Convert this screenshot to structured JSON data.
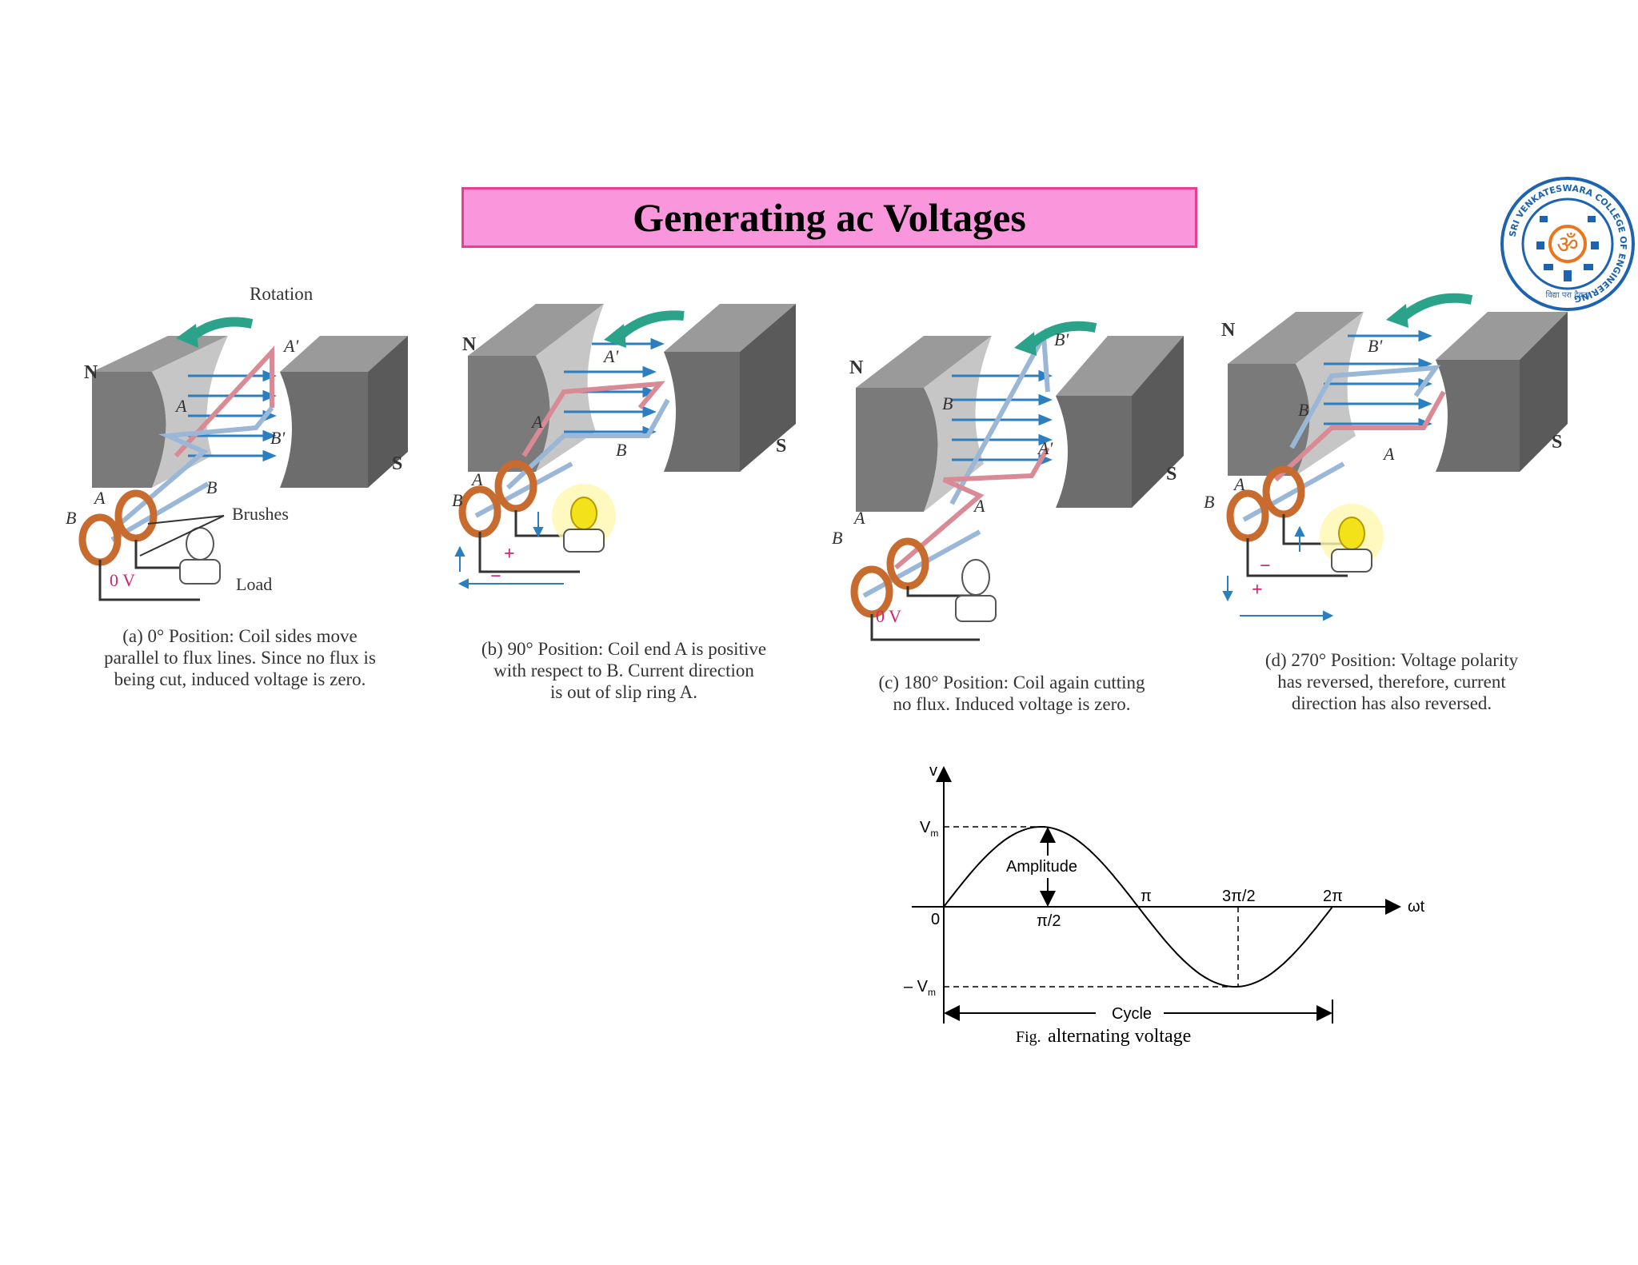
{
  "title": "Generating ac Voltages",
  "logo": {
    "ring_text": "SRI VENKATESWARA COLLEGE OF ENGINEERING",
    "motto": "विद्या परा दैवता",
    "om": "ॐ",
    "icon": "college-seal-icon"
  },
  "panels": [
    {
      "id": "a",
      "labels": {
        "north": "N",
        "south": "S",
        "rotation": "Rotation",
        "brushes": "Brushes",
        "load": "Load",
        "voltage": "0 V",
        "a": "A",
        "a_prime": "A'",
        "b": "B",
        "b_prime": "B'",
        "ring_a": "A",
        "ring_b": "B"
      },
      "caption": [
        "(a) 0° Position: Coil sides move",
        "parallel to flux lines. Since no flux is",
        "being cut, induced voltage is zero."
      ]
    },
    {
      "id": "b",
      "labels": {
        "north": "N",
        "south": "S",
        "plus": "+",
        "minus": "−",
        "a": "A",
        "a_prime": "A'",
        "b": "B",
        "ring_a": "A",
        "ring_b": "B"
      },
      "caption": [
        "(b) 90° Position: Coil end A is positive",
        "with respect to B. Current direction",
        "is out of slip ring A."
      ]
    },
    {
      "id": "c",
      "labels": {
        "north": "N",
        "south": "S",
        "voltage": "0 V",
        "a": "A",
        "a_prime": "A'",
        "b": "B",
        "b_prime": "B'",
        "ring_a": "A",
        "ring_b": "B"
      },
      "caption": [
        "(c) 180° Position: Coil again cutting",
        "no flux. Induced voltage is zero."
      ]
    },
    {
      "id": "d",
      "labels": {
        "north": "N",
        "south": "S",
        "plus": "+",
        "minus": "−",
        "a": "A",
        "b": "B",
        "b_prime": "B'",
        "ring_a": "A",
        "ring_b": "B"
      },
      "caption": [
        "(d) 270° Position: Voltage polarity",
        "has reversed, therefore, current",
        "direction has also reversed."
      ]
    }
  ],
  "waveform": {
    "y_axis": "v",
    "x_axis": "ωt",
    "vm": "V",
    "vm_sub": "m",
    "neg_vm": "– V",
    "origin": "0",
    "amplitude": "Amplitude",
    "cycle": "Cycle",
    "ticks": [
      "π/2",
      "π",
      "3π/2",
      "2π"
    ],
    "fig_prefix": "Fig.",
    "fig_caption": "alternating voltage"
  }
}
